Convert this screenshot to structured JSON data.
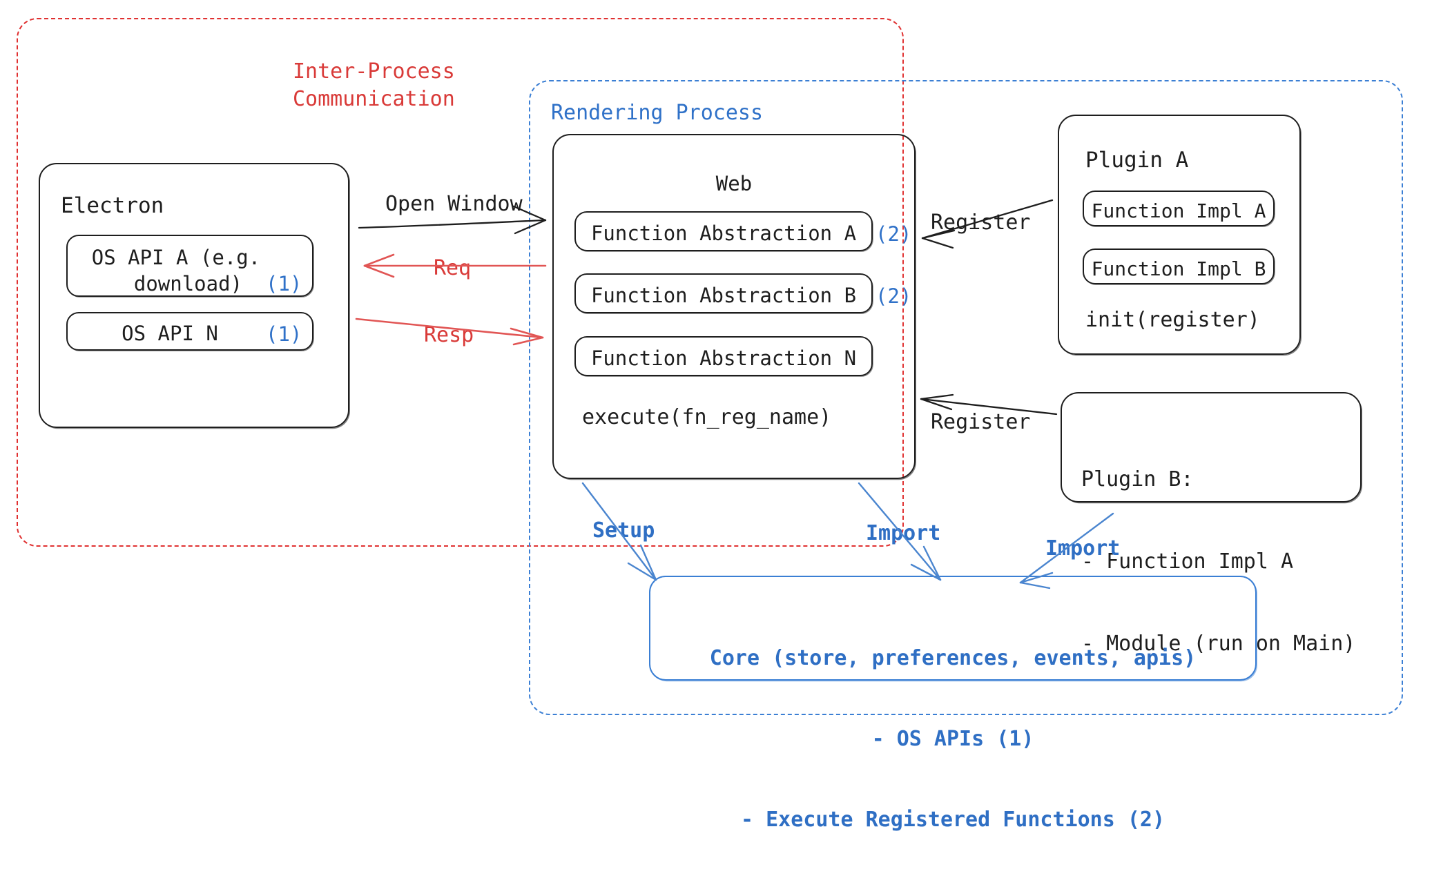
{
  "diagram": {
    "regions": {
      "ipc": {
        "label": "Inter-Process\nCommunication",
        "color": "#e03131"
      },
      "rendering": {
        "label": "Rendering Process",
        "color": "#3b7fd4"
      }
    },
    "electron": {
      "title": "Electron",
      "apis": [
        {
          "label": "OS API A (e.g.\n  download)",
          "marker": "(1)"
        },
        {
          "label": "OS API N",
          "marker": "(1)"
        }
      ]
    },
    "web": {
      "title": "Web",
      "abstractions": [
        {
          "label": "Function Abstraction A",
          "marker": "(2)"
        },
        {
          "label": "Function Abstraction B",
          "marker": "(2)"
        },
        {
          "label": "Function Abstraction N",
          "marker": ""
        }
      ],
      "execute": "execute(fn_reg_name)"
    },
    "plugin_a": {
      "title": "Plugin A",
      "items": [
        "Function Impl A",
        "Function Impl B"
      ],
      "init": "init(register)"
    },
    "plugin_b": {
      "lines": [
        "Plugin B:",
        "- Function Impl A",
        "- Module (run on Main)"
      ]
    },
    "core": {
      "lines": [
        "Core (store, preferences, events, apis)",
        "- OS APIs (1)",
        "- Execute Registered Functions (2)"
      ],
      "color": "#2f6fc4"
    },
    "arrows": {
      "open_window": "Open Window",
      "req": "Req",
      "resp": "Resp",
      "register_a": "Register",
      "register_b": "Register",
      "setup": "Setup",
      "import_web": "Import",
      "import_plugin": "Import"
    }
  }
}
